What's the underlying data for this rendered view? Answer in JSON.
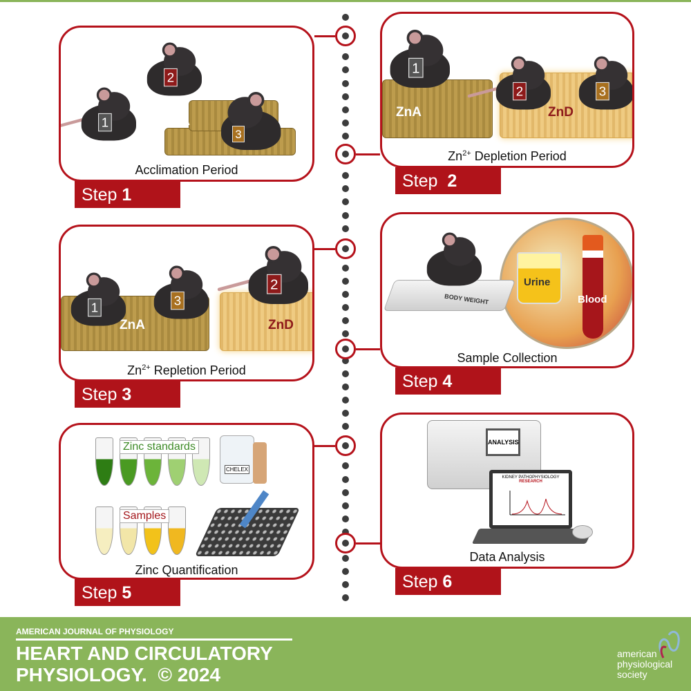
{
  "steps": [
    {
      "caption": "Acclimation Period",
      "step_word": "Step",
      "step_num": "1"
    },
    {
      "caption_pre": "Zn",
      "caption_sup": "2+",
      "caption_post": " Depletion Period",
      "step_word": "Step",
      "step_num": "2"
    },
    {
      "caption_pre": "Zn",
      "caption_sup": "2+",
      "caption_post": " Repletion Period",
      "step_word": "Step",
      "step_num": "3"
    },
    {
      "caption": "Sample Collection",
      "step_word": "Step",
      "step_num": "4"
    },
    {
      "caption": "Zinc Quantification",
      "step_word": "Step",
      "step_num": "5"
    },
    {
      "caption": "Data Analysis",
      "step_word": "Step",
      "step_num": "6"
    }
  ],
  "labels": {
    "zna": "ZnA",
    "znd": "ZnD",
    "m1": "1",
    "m2": "2",
    "m3": "3",
    "urine": "Urine",
    "blood": "Blood",
    "body_weight": "BODY WEIGHT",
    "zinc_standards": "Zinc standards",
    "chelex": "CHELEX",
    "samples": "Samples",
    "analysis": "ANALYSIS",
    "kidney": "KIDNEY PATHOPHYSIOLOGY",
    "research": "RESEARCH"
  },
  "footer": {
    "journal_small": "AMERICAN JOURNAL OF PHYSIOLOGY",
    "journal_line1": "HEART AND CIRCULATORY",
    "journal_line2": "PHYSIOLOGY.",
    "copyright": "© 2024",
    "society": [
      "american",
      "physiological",
      "society"
    ]
  },
  "colors": {
    "accent": "#b5121b",
    "footer": "#8ab55a",
    "tag1": "#555555",
    "tag2": "#8e1a1a",
    "tag3": "#a8701f"
  }
}
